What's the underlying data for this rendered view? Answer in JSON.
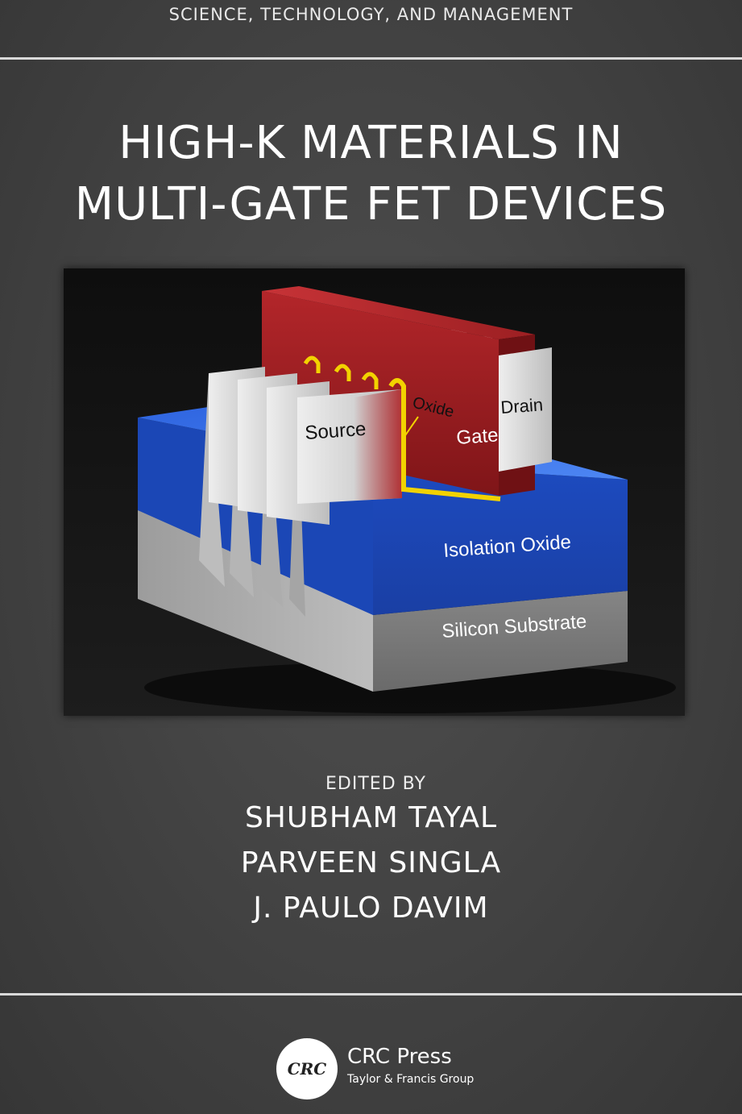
{
  "series_title": "SCIENCE, TECHNOLOGY, AND MANAGEMENT",
  "title_lines": [
    "HIGH-K MATERIALS IN",
    "MULTI-GATE FET DEVICES"
  ],
  "figure": {
    "labels": {
      "source": "Source",
      "oxide": "Oxide",
      "gate": "Gate",
      "drain": "Drain",
      "isolation_oxide": "Isolation Oxide",
      "silicon_substrate": "Silicon Substrate"
    },
    "colors": {
      "gate": "#9b1c1f",
      "oxide_highlight": "#f2d200",
      "isolation_oxide": "#1f4fc4",
      "substrate": "#7d7d7d"
    }
  },
  "editors": {
    "edited_by": "EDITED BY",
    "names": [
      "SHUBHAM TAYAL",
      "PARVEEN SINGLA",
      "J. PAULO DAVIM"
    ]
  },
  "publisher": {
    "logo_text": "CRC",
    "name": "CRC Press",
    "subline": "Taylor & Francis Group"
  }
}
